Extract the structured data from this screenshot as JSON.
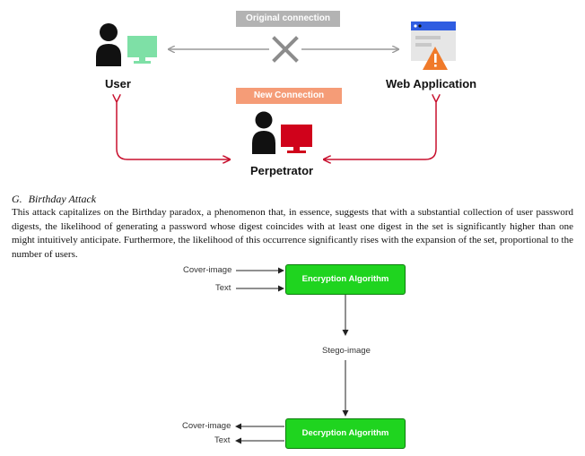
{
  "top_diagram": {
    "original_connection_label": "Original connection",
    "new_connection_label": "New Connection",
    "user_label": "User",
    "web_application_label": "Web Application",
    "perpetrator_label": "Perpetrator",
    "colors": {
      "original_pill": "#b3b3b3",
      "new_pill": "#f59c77",
      "user_monitor": "#7ee0a6",
      "perpetrator_monitor": "#d0021b",
      "red_arrow": "#c8102e",
      "grey_arrow": "#9a9a9a",
      "browser_bar": "#2f5de1",
      "warning": "#f07a2a"
    }
  },
  "section": {
    "number": "G.",
    "title": "Birthday Attack",
    "paragraph": "This attack capitalizes on the Birthday paradox, a phenomenon that, in essence, suggests that with a substantial collection of user password digests, the likelihood of generating a password whose digest coincides with at least one digest in the set is significantly higher than one might intuitively anticipate. Furthermore, the likelihood of this occurrence significantly rises with the expansion of the set, proportional to the number of users."
  },
  "flow_diagram": {
    "input_cover_image": "Cover-image",
    "input_text": "Text",
    "encryption_label": "Encryption Algorithm",
    "stego_label": "Stego-image",
    "decryption_label": "Decryption Algorithm",
    "output_cover_image": "Cover-image",
    "output_text": "Text",
    "box_color": "#1fd41f"
  }
}
